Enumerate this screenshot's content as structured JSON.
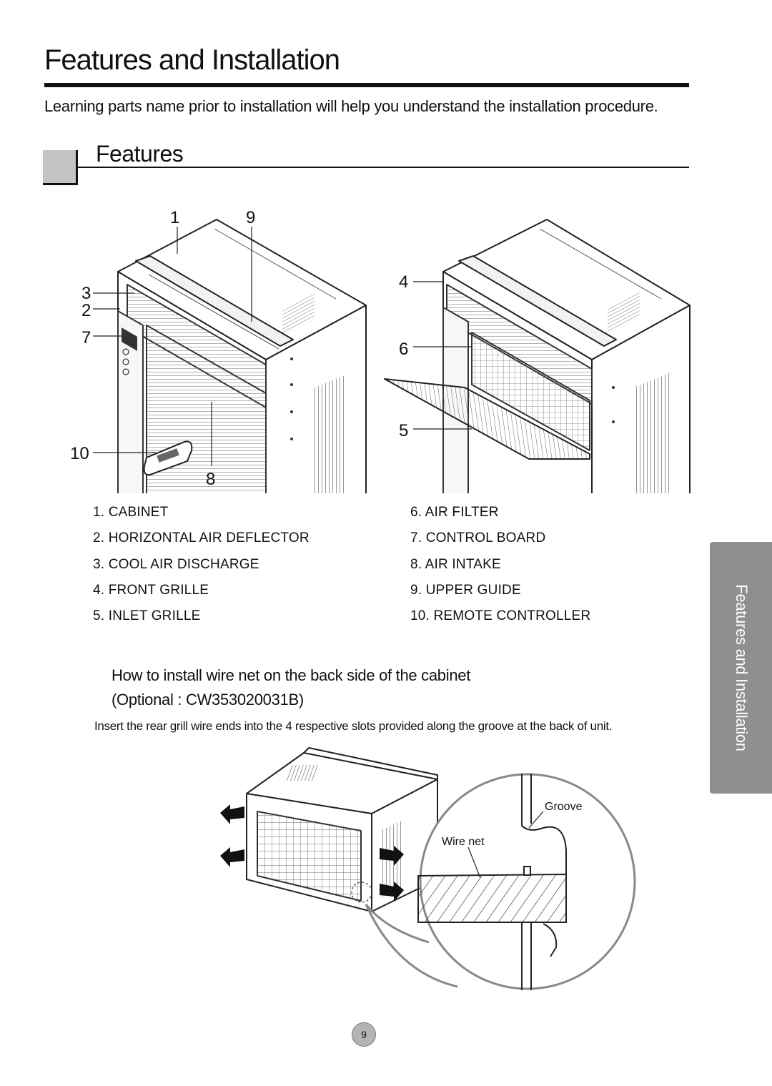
{
  "page": {
    "title": "Features and Installation",
    "intro": "Learning parts name prior to installation will help you understand the installation procedure.",
    "section_title": "Features",
    "page_number": "9",
    "side_tab": "Features and Installation"
  },
  "diagram": {
    "callouts": {
      "c1": "1",
      "c9": "9",
      "c3": "3",
      "c2": "2",
      "c7": "7",
      "c10": "10",
      "c8": "8",
      "c4": "4",
      "c6": "6",
      "c5": "5"
    }
  },
  "parts": [
    "1. CABINET",
    "2. HORIZONTAL AIR DEFLECTOR",
    "3. COOL AIR DISCHARGE",
    "4. FRONT GRILLE",
    "5. INLET GRILLE",
    "6. AIR FILTER",
    "7. CONTROL BOARD",
    "8. AIR INTAKE",
    "9. UPPER GUIDE",
    "10. REMOTE CONTROLLER"
  ],
  "install": {
    "heading_line1": "How to install wire net on the back side of the cabinet",
    "heading_line2": "(Optional : CW353020031B)",
    "instruction": "Insert the rear grill wire ends into the 4 respective slots provided along the groove at the back of unit.",
    "label_groove": "Groove",
    "label_wire_net": "Wire net"
  },
  "icons": [
    "air-conditioner-front-icon",
    "air-conditioner-open-grille-icon",
    "remote-controller-icon",
    "air-conditioner-rear-icon",
    "airflow-arrow-icon"
  ]
}
